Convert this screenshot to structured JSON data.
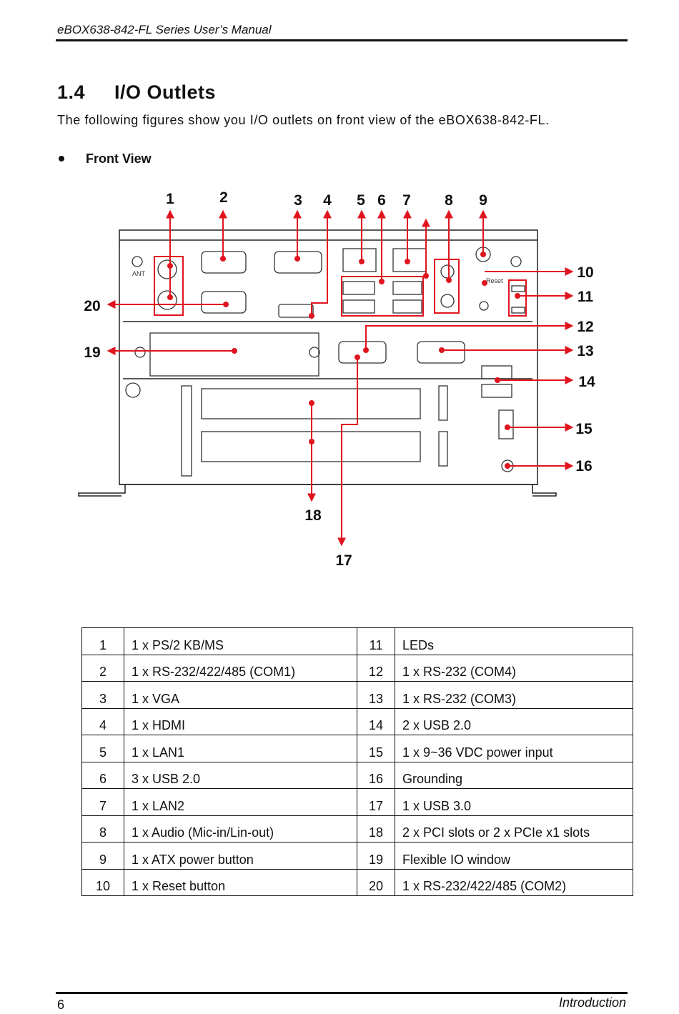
{
  "header": {
    "title": "eBOX638-842-FL Series User’s Manual"
  },
  "section": {
    "number": "1.4",
    "title": "I/O Outlets",
    "intro": "The following figures show you I/O outlets on front view of the eBOX638-842-FL."
  },
  "subsection": {
    "title": "Front View"
  },
  "figure": {
    "callouts": [
      "1",
      "2",
      "3",
      "4",
      "5",
      "6",
      "7",
      "8",
      "9",
      "10",
      "11",
      "12",
      "13",
      "14",
      "15",
      "16",
      "17",
      "18",
      "19",
      "20"
    ],
    "panel_labels": {
      "ant": "ANT",
      "reset": "Reset"
    },
    "colors": {
      "callout": "#e0141e",
      "line": "#222222"
    }
  },
  "table": {
    "rows": [
      {
        "n1": "1",
        "d1": "1 x PS/2 KB/MS",
        "n2": "11",
        "d2": "LEDs"
      },
      {
        "n1": "2",
        "d1": "1 x RS-232/422/485 (COM1)",
        "n2": "12",
        "d2": "1 x RS-232 (COM4)"
      },
      {
        "n1": "3",
        "d1": "1 x VGA",
        "n2": "13",
        "d2": "1 x RS-232 (COM3)"
      },
      {
        "n1": "4",
        "d1": "1 x HDMI",
        "n2": "14",
        "d2": "2 x USB 2.0"
      },
      {
        "n1": "5",
        "d1": "1 x LAN1",
        "n2": "15",
        "d2": "1 x 9~36 VDC power input"
      },
      {
        "n1": "6",
        "d1": "3 x USB 2.0",
        "n2": "16",
        "d2": "Grounding"
      },
      {
        "n1": "7",
        "d1": "1 x LAN2",
        "n2": "17",
        "d2": "1 x USB 3.0"
      },
      {
        "n1": "8",
        "d1": "1 x Audio (Mic-in/Lin-out)",
        "n2": "18",
        "d2": "2 x PCI slots or 2 x PCIe x1 slots"
      },
      {
        "n1": "9",
        "d1": "1 x ATX power button",
        "n2": "19",
        "d2": "Flexible IO window"
      },
      {
        "n1": "10",
        "d1": "1 x Reset button",
        "n2": "20",
        "d2": "1 x RS-232/422/485 (COM2)"
      }
    ]
  },
  "footer": {
    "page": "6",
    "section": "Introduction"
  }
}
